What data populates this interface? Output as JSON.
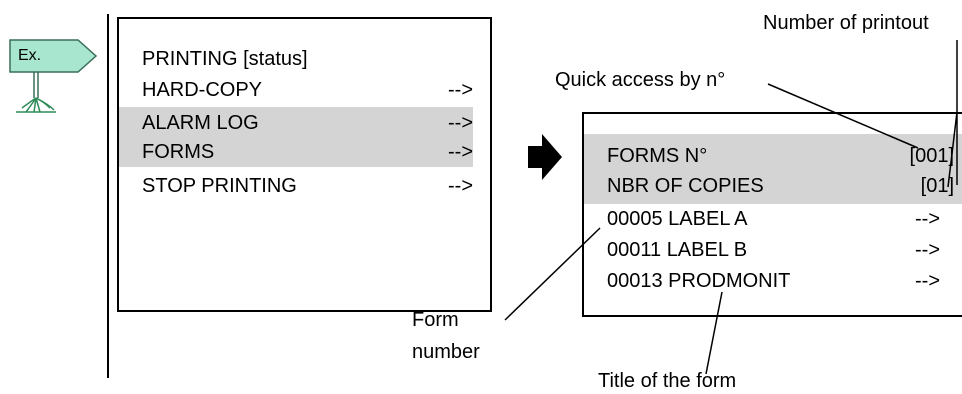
{
  "example_sign": {
    "label": "Ex."
  },
  "left_menu": {
    "title": "PRINTING [status]",
    "items": [
      {
        "label": "HARD-COPY",
        "arrow": "-->",
        "highlighted": false
      },
      {
        "label": "ALARM LOG",
        "arrow": "-->",
        "highlighted": true
      },
      {
        "label": "FORMS",
        "arrow": "-->",
        "highlighted": true
      },
      {
        "label": "STOP PRINTING",
        "arrow": "-->",
        "highlighted": false
      }
    ]
  },
  "right_menu": {
    "fields": [
      {
        "label": "FORMS N°",
        "value": "[001]"
      },
      {
        "label": "NBR OF COPIES",
        "value": "[01]"
      }
    ],
    "forms": [
      {
        "label": "00005 LABEL A",
        "arrow": "-->"
      },
      {
        "label": "00011 LABEL B",
        "arrow": "-->"
      },
      {
        "label": "00013 PRODMONIT",
        "arrow": "-->"
      }
    ]
  },
  "annotations": {
    "number_of_printout": "Number of printout",
    "quick_access": "Quick access by n°",
    "form_number_line1": "Form",
    "form_number_line2": "number",
    "title_of_form": "Title of the form"
  },
  "colors": {
    "highlight": "#d4d4d4",
    "sign_fill": "#a8e6cf",
    "grass": "#2e8b57"
  }
}
